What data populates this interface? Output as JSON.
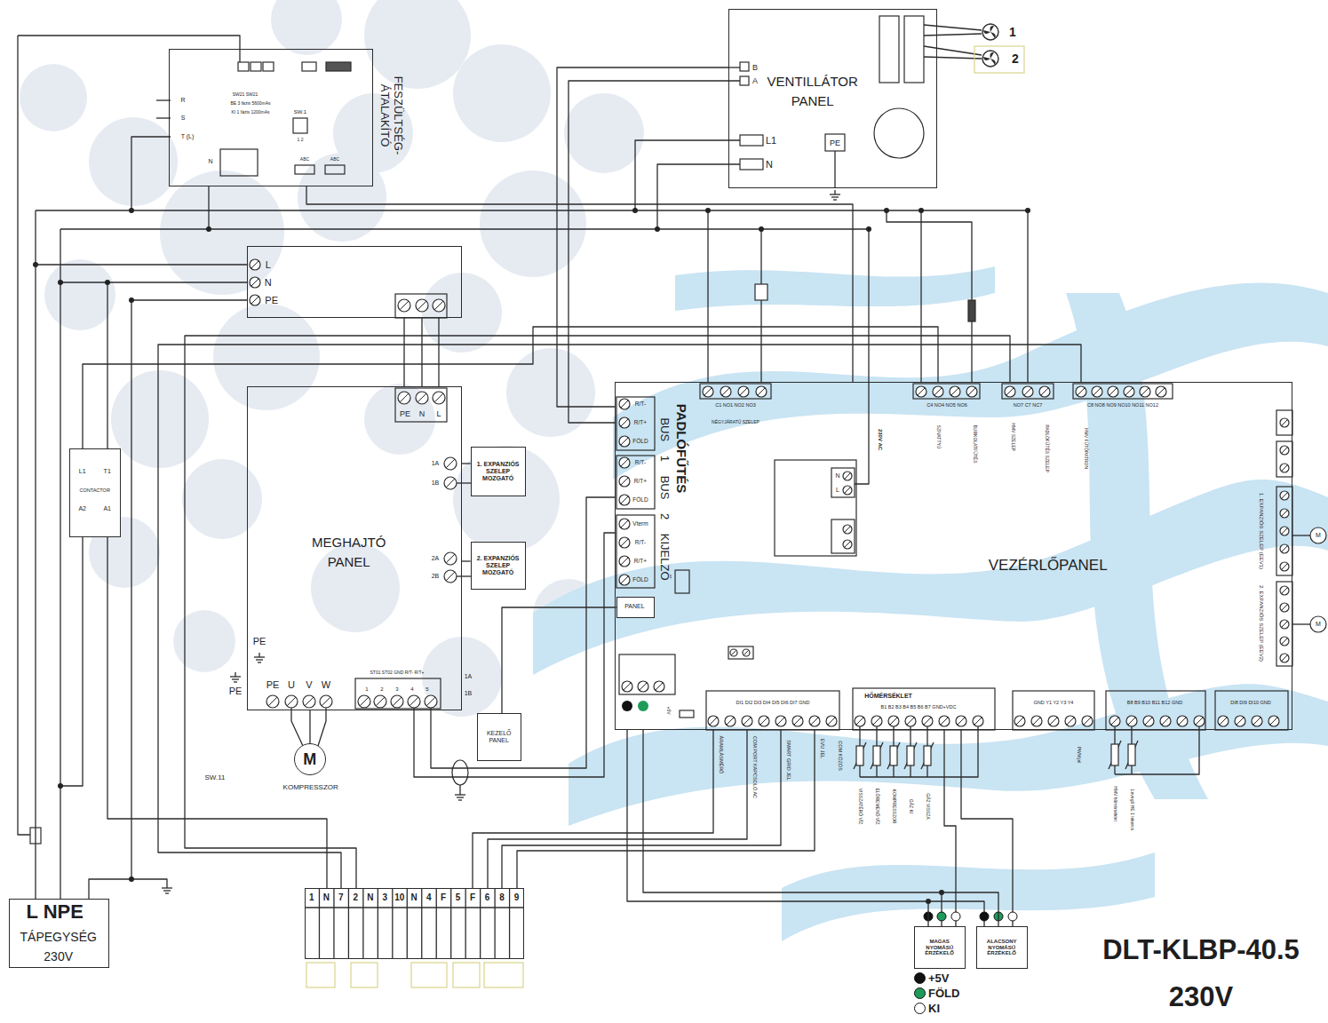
{
  "diagram": {
    "title": "DLT-KLBP-40.5 230V",
    "nodes": [
      {
        "text": [
          "FESZÜLTSÉG-ÁTALAKÍTÓ"
        ]
      },
      {
        "text": [
          "VENTILLÁTOR PANEL"
        ]
      },
      {
        "text": [
          "L",
          "N",
          "PE"
        ]
      },
      {
        "text": [
          "MEGHAJTÓ PANEL"
        ]
      },
      {
        "text": [
          "1. EXPANZIÓS SZELEP MOZGATÓ"
        ]
      },
      {
        "text": [
          "2. EXPANZIÓS SZELEP MOZGATÓ"
        ]
      },
      {
        "text": [
          "L1",
          "T1",
          "CONTACTOR",
          "A2",
          "A1"
        ]
      },
      {
        "text": [
          "KEZELŐ PANEL"
        ]
      },
      {
        "text": [
          "VEZÉRLŐPANEL"
        ]
      },
      {
        "text": [
          "PANEL"
        ],
        "in": 8
      },
      {
        "text": [
          "L NPE",
          "TÁPEGYSÉG",
          "230V"
        ]
      },
      {
        "text": [
          "1",
          "N",
          "7",
          "2",
          "N",
          "3",
          "10",
          "N",
          "4",
          "F",
          "5",
          "F",
          "6",
          "8",
          "9"
        ]
      },
      {
        "text": [
          "MAGAS NYOMÁSÚ ÉRZÉKELŐ"
        ]
      },
      {
        "text": [
          "ALACSONY NYOMÁSÚ ÉRZÉKELŐ"
        ]
      },
      {
        "text": [
          "M",
          "KOMPRESSZOR"
        ]
      }
    ],
    "edges": [
      {
        "from": 10,
        "to": 2,
        "arrow": "none"
      },
      {
        "from": 2,
        "to": 3,
        "arrow": "none"
      },
      {
        "from": 3,
        "to": 4,
        "arrow": "none"
      },
      {
        "from": 3,
        "to": 5,
        "arrow": "none"
      },
      {
        "from": 3,
        "to": 14,
        "arrow": "none"
      },
      {
        "from": 8,
        "to": 1,
        "arrow": "none"
      },
      {
        "from": 7,
        "to": 9,
        "arrow": "none"
      },
      {
        "from": 8,
        "to": 12,
        "arrow": "none"
      },
      {
        "from": 8,
        "to": 13,
        "arrow": "none"
      },
      {
        "from": 8,
        "to": 11,
        "arrow": "none"
      },
      {
        "from": 6,
        "to": 11,
        "arrow": "none"
      },
      {
        "from": 0,
        "to": 8,
        "arrow": "none"
      }
    ],
    "labels": [
      "R",
      "S",
      "T (L)",
      "N",
      "SW21 SW21",
      "BE 3 fázis 5600mAs",
      "KI 1 fázis 1200mAs",
      "SW.1",
      "1 2",
      "ABC",
      "ABC",
      "B",
      "A",
      "L1",
      "N",
      "PE",
      "1",
      "2",
      "PE",
      "N",
      "L",
      "1A",
      "1B",
      "2A",
      "2B",
      "PE",
      "PE",
      "PE",
      "U",
      "V",
      "W",
      "ST01 ST02 GND R/T- R/T+",
      "1 2 3 4 5",
      "1A",
      "1B",
      "SW.11",
      "R/T-",
      "R/T+",
      "FÖLD",
      "R/T-",
      "R/T+",
      "FÖLD",
      "Vterm",
      "R/T-",
      "R/T+",
      "FÖLD",
      "PADLÓFŰTÉS",
      "BUS 1 BUS 2 KIJELZŐ",
      "C1 NO1 NO2 NO3",
      "NÉGYJÁRATÚ SZELEP",
      "C4 NO4 NO5 NO6",
      "SZIVATTYÚ",
      "BURKOLATFŰTÉS",
      "NO7 C7 NC7",
      "HMV SZELEP",
      "PADLÓFŰTÉS SZELEP",
      "C8 NO8 NO9 NO10 NO11 NO12",
      "HMV FŰTŐPATRON",
      "230V AC",
      "N",
      "L",
      "1. EXPANZIÓS SZELEP (EEV1)",
      "2. EXPANZIÓS SZELEP (EEV2)",
      "M",
      "M",
      "+5V",
      "DI1 DI2 DI3 DI4 DI5 DI6 DI7 GND",
      "ÁRAMLÁSMÉRŐ",
      "COM PORT KAPCSOLÓ AC",
      "SMART GRID JEL",
      "EVU JEL",
      "COM KÖZÖS",
      "HŐMÉRSÉKLET",
      "B1 B2 B3 B4 B5 B6 B7 GND+VDC",
      "VISSZATÉRŐ VÍZ",
      "ELŐREMENŐ VÍZ",
      "KOMPRESSZOR",
      "GÁZ KI",
      "GÁZ VISSZA",
      "GND Y1 Y2 Y3 Y4",
      "PWM jel",
      "B8 B9 B10 B11 B12 GND",
      "HMV hőmérséklet",
      "Levegő HE 1 tekercs",
      "DI8 DI9 DI10 GND"
    ],
    "legend": [
      {
        "text": "+5V",
        "color": "#111111"
      },
      {
        "text": "FÖLD",
        "color": "#1f9a5a"
      },
      {
        "text": "KI",
        "color": "#ffffff"
      }
    ]
  }
}
